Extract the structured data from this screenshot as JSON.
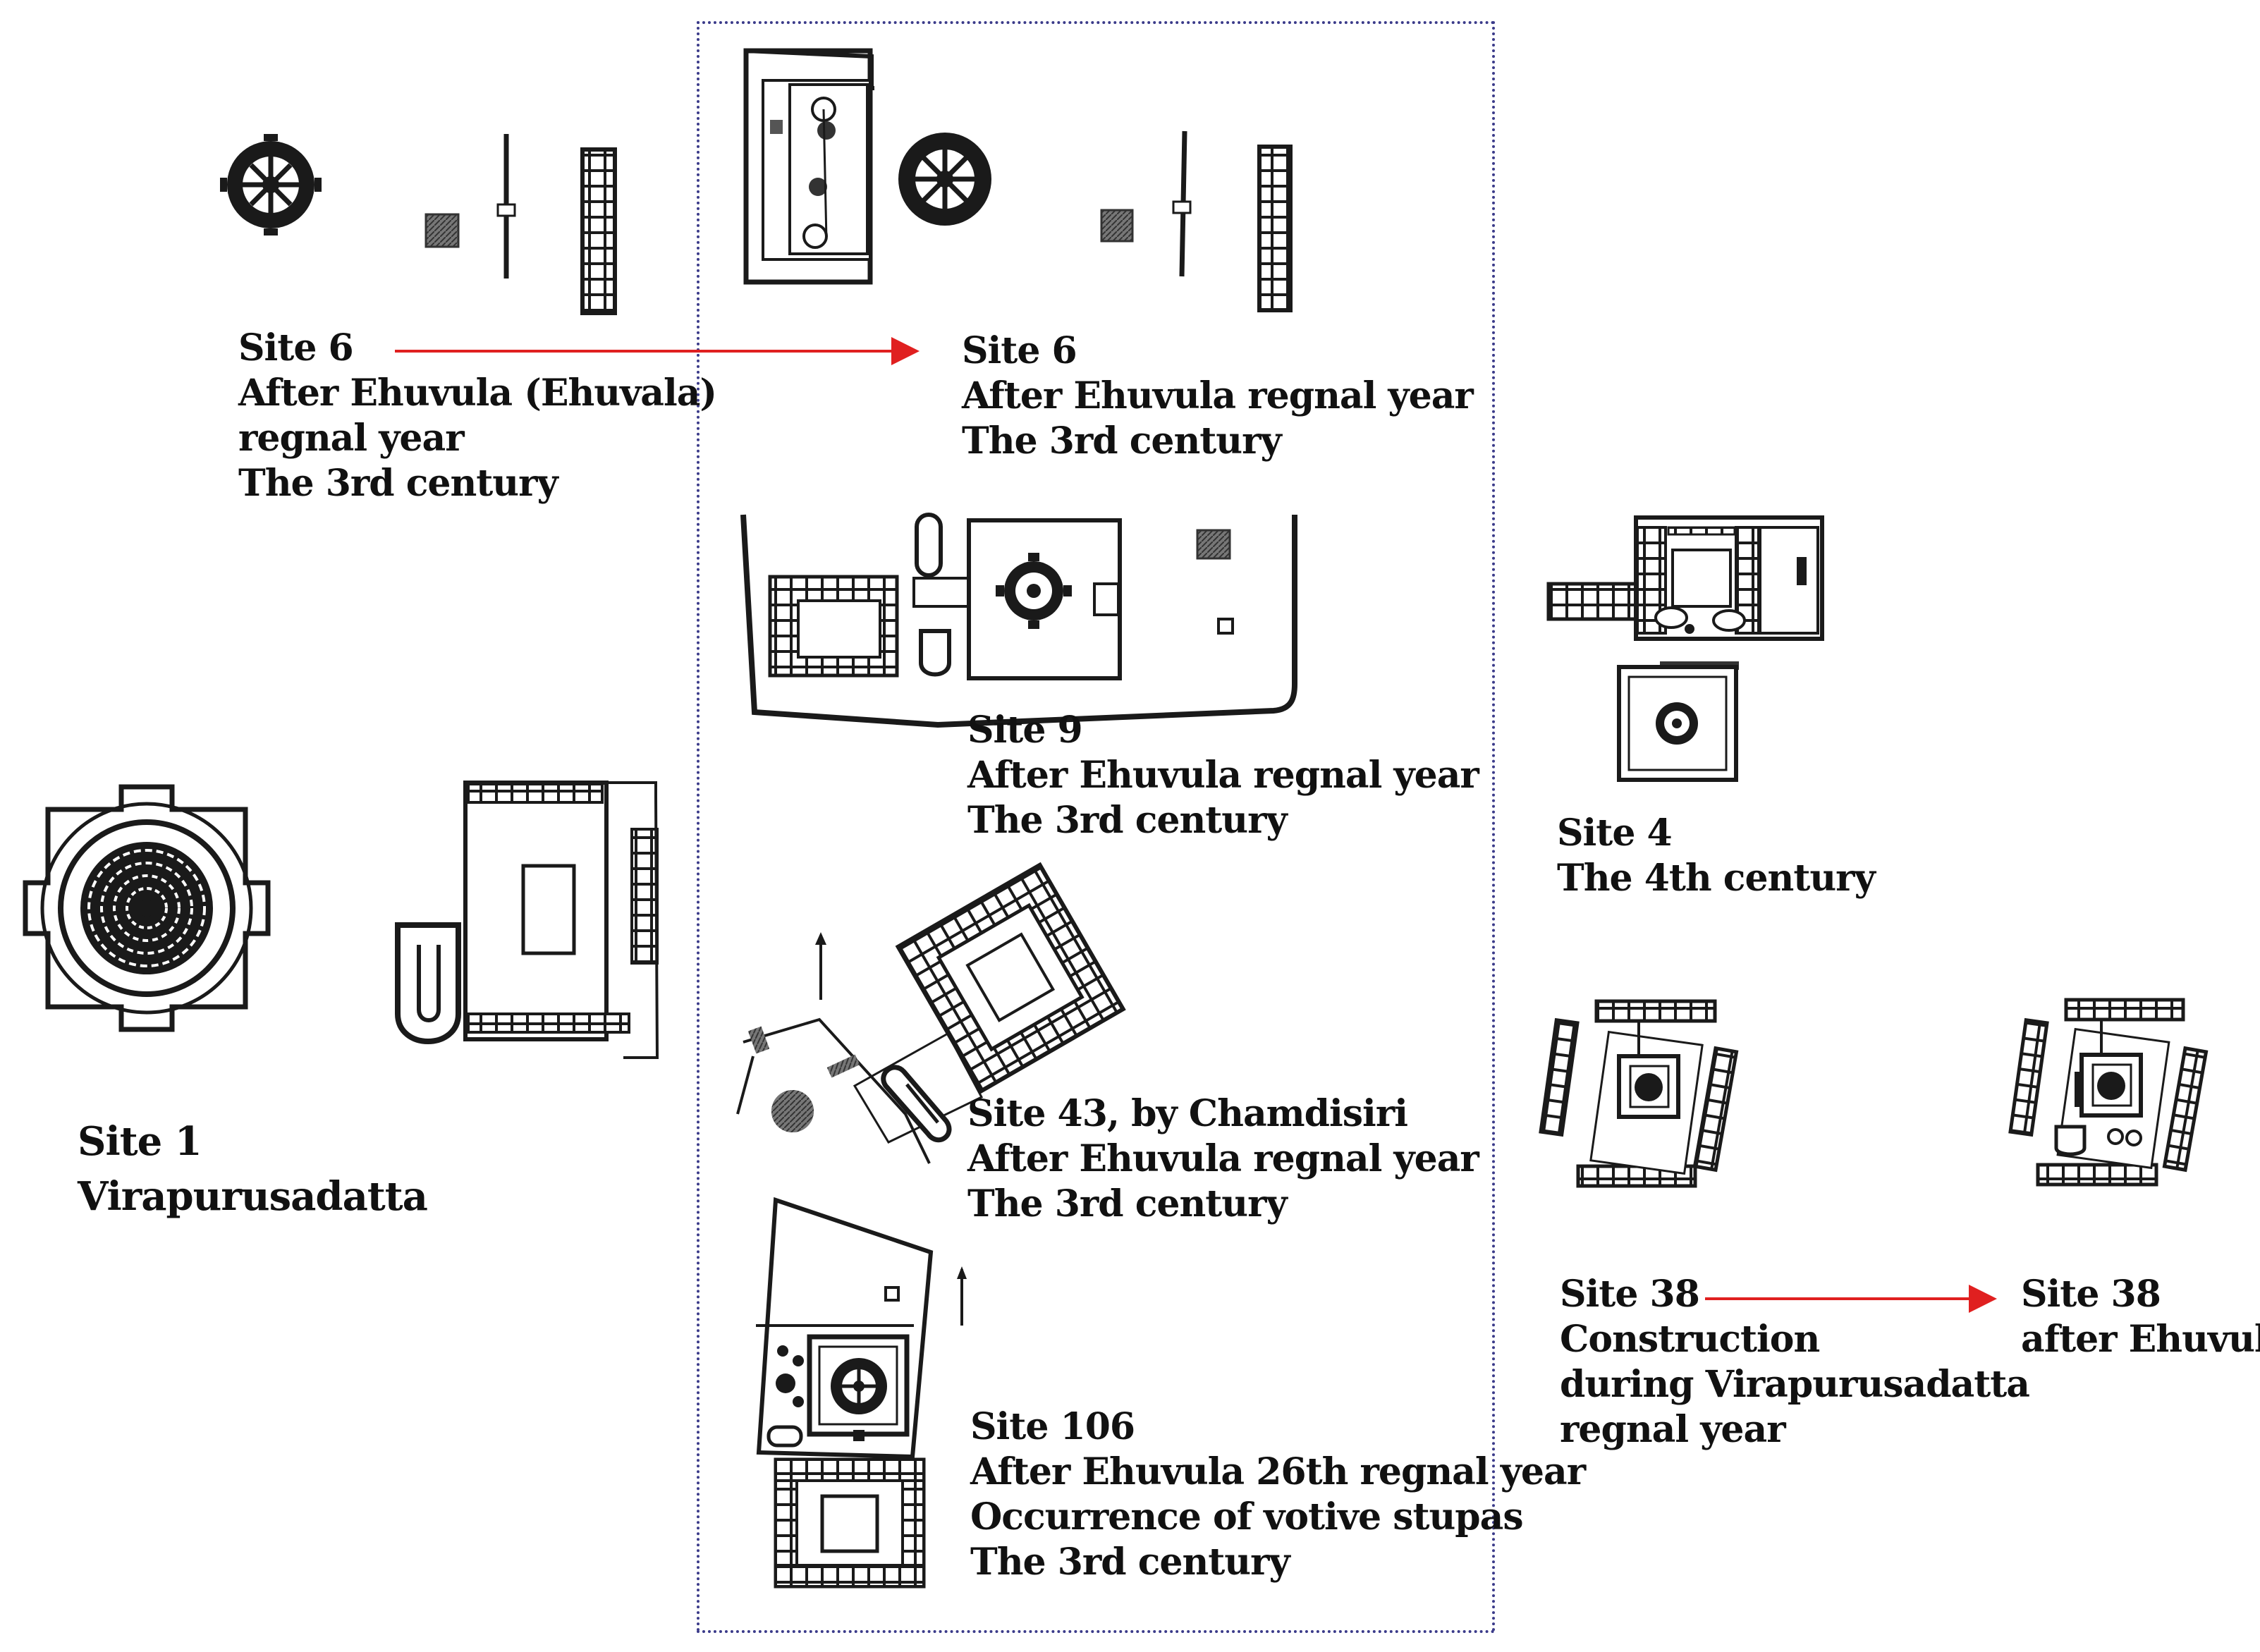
{
  "colors": {
    "plan_ink": "#1a1a1a",
    "arrow": "#e02020",
    "group_border": "#3b3b8a"
  },
  "captions": {
    "site6_before": {
      "l1": "Site 6",
      "l2": "After Ehuvula (Ehuvala)",
      "l3": "regnal year",
      "l4": "The 3rd century"
    },
    "site6_after": {
      "l1": "Site 6",
      "l2": "After Ehuvula regnal year",
      "l3": "The 3rd century"
    },
    "site9": {
      "l1": "Site 9",
      "l2": "After Ehuvula regnal year",
      "l3": "The 3rd century"
    },
    "site4": {
      "l1": "Site 4",
      "l2": "The 4th century"
    },
    "site1": {
      "l1": "Site 1",
      "l2": "Virapurusadatta"
    },
    "site43": {
      "l1": "Site 43, by Chamdisiri",
      "l2": "After Ehuvula regnal year",
      "l3": "The 3rd century"
    },
    "site38_before": {
      "l1": "Site 38",
      "l2": "Construction",
      "l3": "during Virapurusadatta",
      "l4": "regnal year"
    },
    "site38_after": {
      "l1": "Site 38",
      "l2": "after Ehuvula"
    },
    "site106": {
      "l1": "Site 106",
      "l2": "After Ehuvula 26th regnal year",
      "l3": "Occurrence of votive stupas",
      "l4": "The 3rd century"
    }
  }
}
